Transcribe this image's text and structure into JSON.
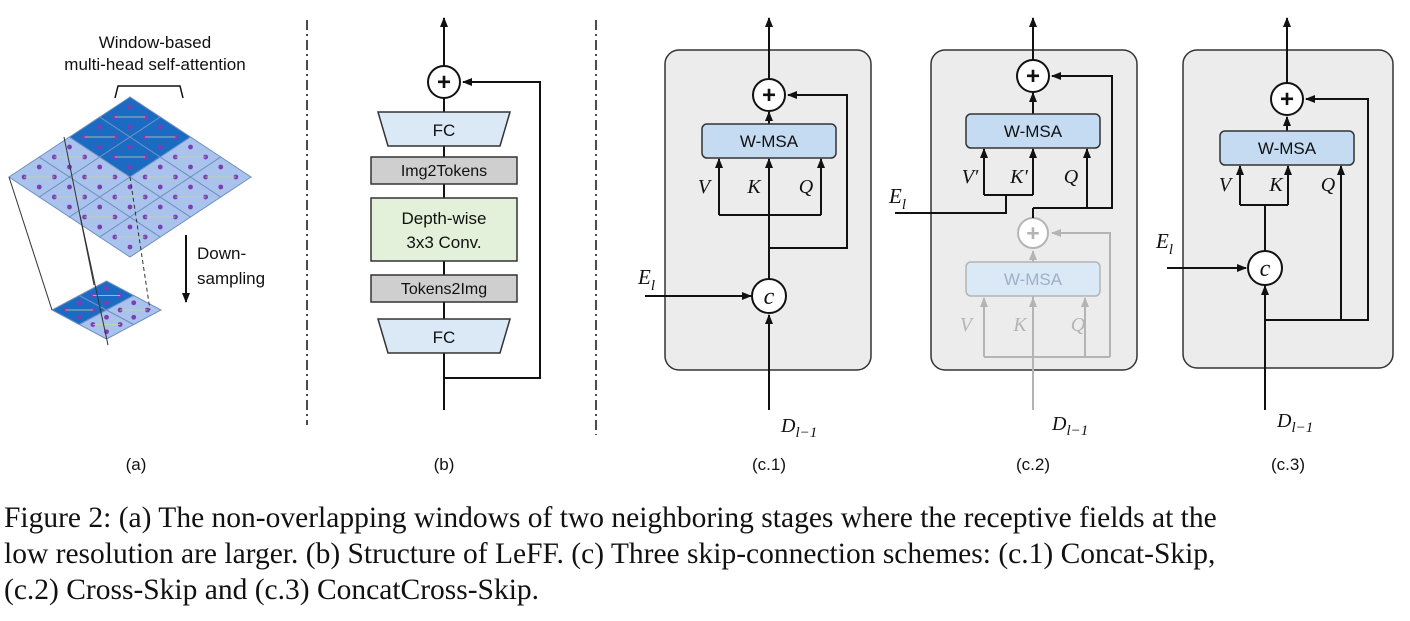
{
  "panel_a": {
    "title_line1": "Window-based",
    "title_line2": "multi-head self-attention",
    "down_line1": "Down-",
    "down_line2": "sampling",
    "label": "(a)"
  },
  "panel_b": {
    "fc_top": "FC",
    "img2tokens": "Img2Tokens",
    "depthwise_line1": "Depth-wise",
    "depthwise_line2": "3x3 Conv.",
    "tokens2img": "Tokens2Img",
    "fc_bottom": "FC",
    "plus": "+",
    "label": "(b)"
  },
  "panel_c1": {
    "wmsa": "W-MSA",
    "v": "V",
    "k": "K",
    "q": "Q",
    "concat": "c",
    "plus": "+",
    "e": "E",
    "e_sub": "l",
    "d": "D",
    "d_sub": "l−1",
    "label": "(c.1)"
  },
  "panel_c2": {
    "wmsa_top": "W-MSA",
    "v_prime": "V′",
    "k_prime": "K′",
    "q": "Q",
    "wmsa_faded": "W-MSA",
    "v_faded": "V",
    "k_faded": "K",
    "q_faded": "Q",
    "plus": "+",
    "plus_faded": "+",
    "e": "E",
    "e_sub": "l",
    "d": "D",
    "d_sub": "l−1",
    "label": "(c.2)"
  },
  "panel_c3": {
    "wmsa": "W-MSA",
    "v": "V",
    "k": "K",
    "q": "Q",
    "concat": "c",
    "plus": "+",
    "e": "E",
    "e_sub": "l",
    "d": "D",
    "d_sub": "l−1",
    "label": "(c.3)"
  },
  "caption": {
    "line1": "Figure 2: (a) The non-overlapping windows of two neighboring stages where the receptive fields at the",
    "line2": "low resolution are larger. (b) Structure of LeFF. (c) Three skip-connection schemes: (c.1) Concat-Skip,",
    "line3": "(c.2) Cross-Skip and (c.3) ConcatCross-Skip."
  },
  "colors": {
    "grid_light": "#a9c3ec",
    "grid_dark": "#1c6bc2",
    "block_blue": "#c4dbf1",
    "block_gray": "#cfcfcf",
    "block_green": "#e3f1da",
    "container_gray": "#ececec",
    "faded": "#b4b4b4"
  }
}
